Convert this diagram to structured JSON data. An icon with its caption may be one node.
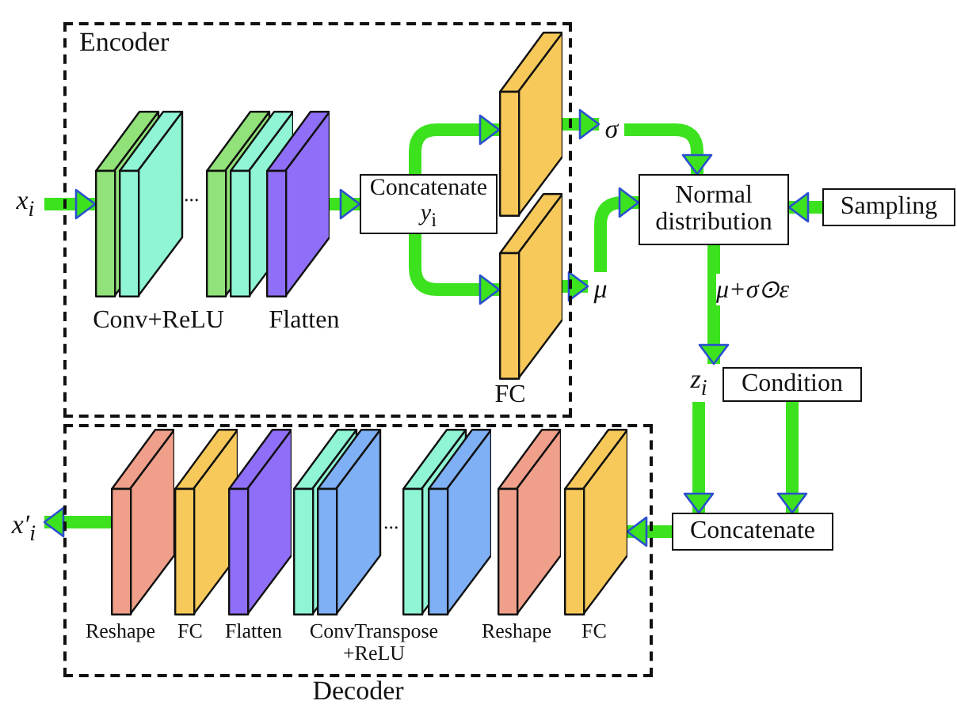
{
  "diagram": {
    "nodes": [
      {
        "text": [
          "Encoder"
        ]
      },
      {
        "text": [
          "x$_{i}$"
        ]
      },
      {
        "text": [],
        "shape": "box",
        "in": 0,
        "beside": [
          "Conv+ReLU"
        ]
      },
      {
        "text": [],
        "shape": "box",
        "in": 0,
        "beside": [
          "Flatten"
        ]
      },
      {
        "text": [
          "Concatenate *y*$_{i}$"
        ],
        "in": 0
      },
      {
        "text": [],
        "shape": "box",
        "in": 0
      },
      {
        "text": [],
        "shape": "box",
        "in": 0,
        "beside": [
          "FC"
        ]
      },
      {
        "text": [
          "σ"
        ]
      },
      {
        "text": [
          "μ"
        ]
      },
      {
        "text": [
          "Normal distribution"
        ]
      },
      {
        "text": [
          "Sampling"
        ]
      },
      {
        "text": [
          "z$_{i}$"
        ]
      },
      {
        "text": [
          "Condition"
        ]
      },
      {
        "text": [
          "Decoder"
        ]
      },
      {
        "text": [
          "Concatenate"
        ]
      },
      {
        "text": [],
        "shape": "box",
        "in": 13,
        "beside": [
          "Reshape"
        ]
      },
      {
        "text": [],
        "shape": "box",
        "in": 13,
        "beside": [
          "FC"
        ]
      },
      {
        "text": [],
        "shape": "box",
        "in": 13,
        "beside": [
          "Flatten"
        ]
      },
      {
        "text": [],
        "shape": "box",
        "in": 13,
        "beside": [
          "ConvTranspose +ReLU"
        ]
      },
      {
        "text": [],
        "shape": "box",
        "in": 13,
        "beside": [
          "Reshape"
        ]
      },
      {
        "text": [],
        "shape": "box",
        "in": 13,
        "beside": [
          "FC"
        ]
      },
      {
        "text": [
          "x′$_{i}$"
        ]
      }
    ],
    "edges": [
      {
        "from": 1,
        "to": 2,
        "arrow": "to"
      },
      {
        "from": 3,
        "to": 4,
        "arrow": "to"
      },
      {
        "from": 4,
        "to": 5,
        "arrow": "to"
      },
      {
        "from": 4,
        "to": 6,
        "arrow": "to"
      },
      {
        "from": 5,
        "to": 7,
        "arrow": "to"
      },
      {
        "from": 6,
        "to": 8,
        "arrow": "to"
      },
      {
        "from": 7,
        "to": 9,
        "arrow": "to"
      },
      {
        "from": 8,
        "to": 9,
        "arrow": "to"
      },
      {
        "from": 10,
        "to": 9,
        "arrow": "to"
      },
      {
        "from": 9,
        "to": 11,
        "arrow": "to",
        "label": "μ+σ⊙ε"
      },
      {
        "from": 11,
        "to": 14,
        "arrow": "to"
      },
      {
        "from": 12,
        "to": 14,
        "arrow": "to"
      },
      {
        "from": 14,
        "to": 20,
        "arrow": "to"
      },
      {
        "from": 15,
        "to": 21,
        "arrow": "to"
      }
    ],
    "labels": [
      "...",
      "..."
    ]
  }
}
